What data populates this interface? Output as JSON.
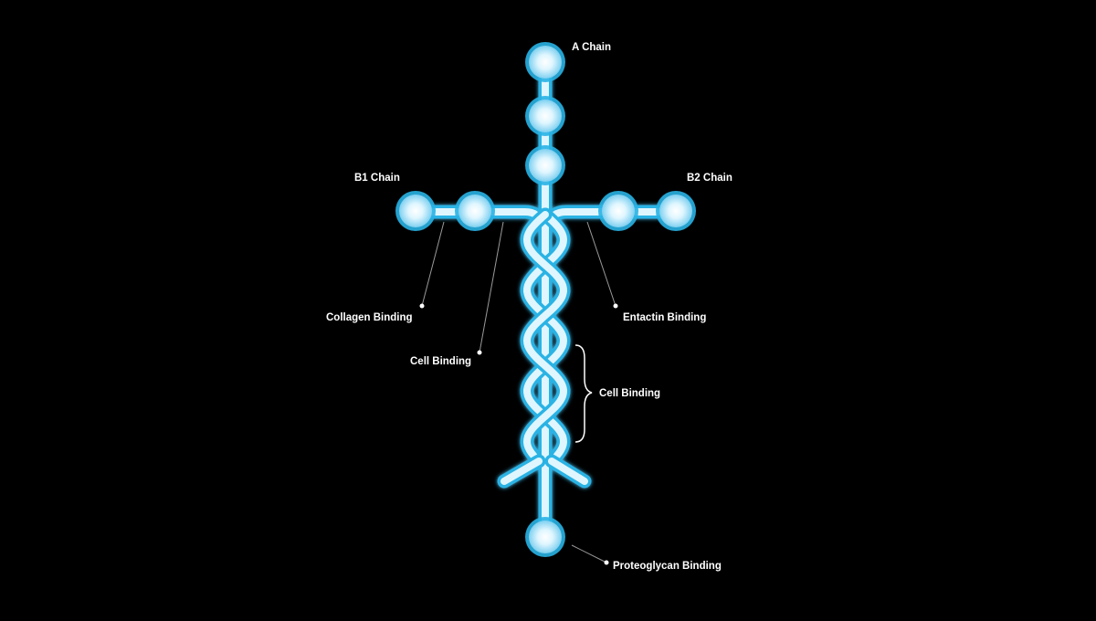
{
  "labels": {
    "a_chain": "A Chain",
    "b1_chain": "B1 Chain",
    "b2_chain": "B2 Chain",
    "collagen_binding": "Collagen Binding",
    "cell_binding_left": "Cell Binding",
    "entactin_binding": "Entactin Binding",
    "cell_binding_right": "Cell Binding",
    "proteoglycan_binding": "Proteoglycan Binding"
  },
  "colors": {
    "background": "#000000",
    "strand_glow": "#29b3e4",
    "strand_core": "#dff6ff",
    "bead_fill": "#bde9fb",
    "label": "#ffffff",
    "leader_line": "#9a9a9a"
  }
}
